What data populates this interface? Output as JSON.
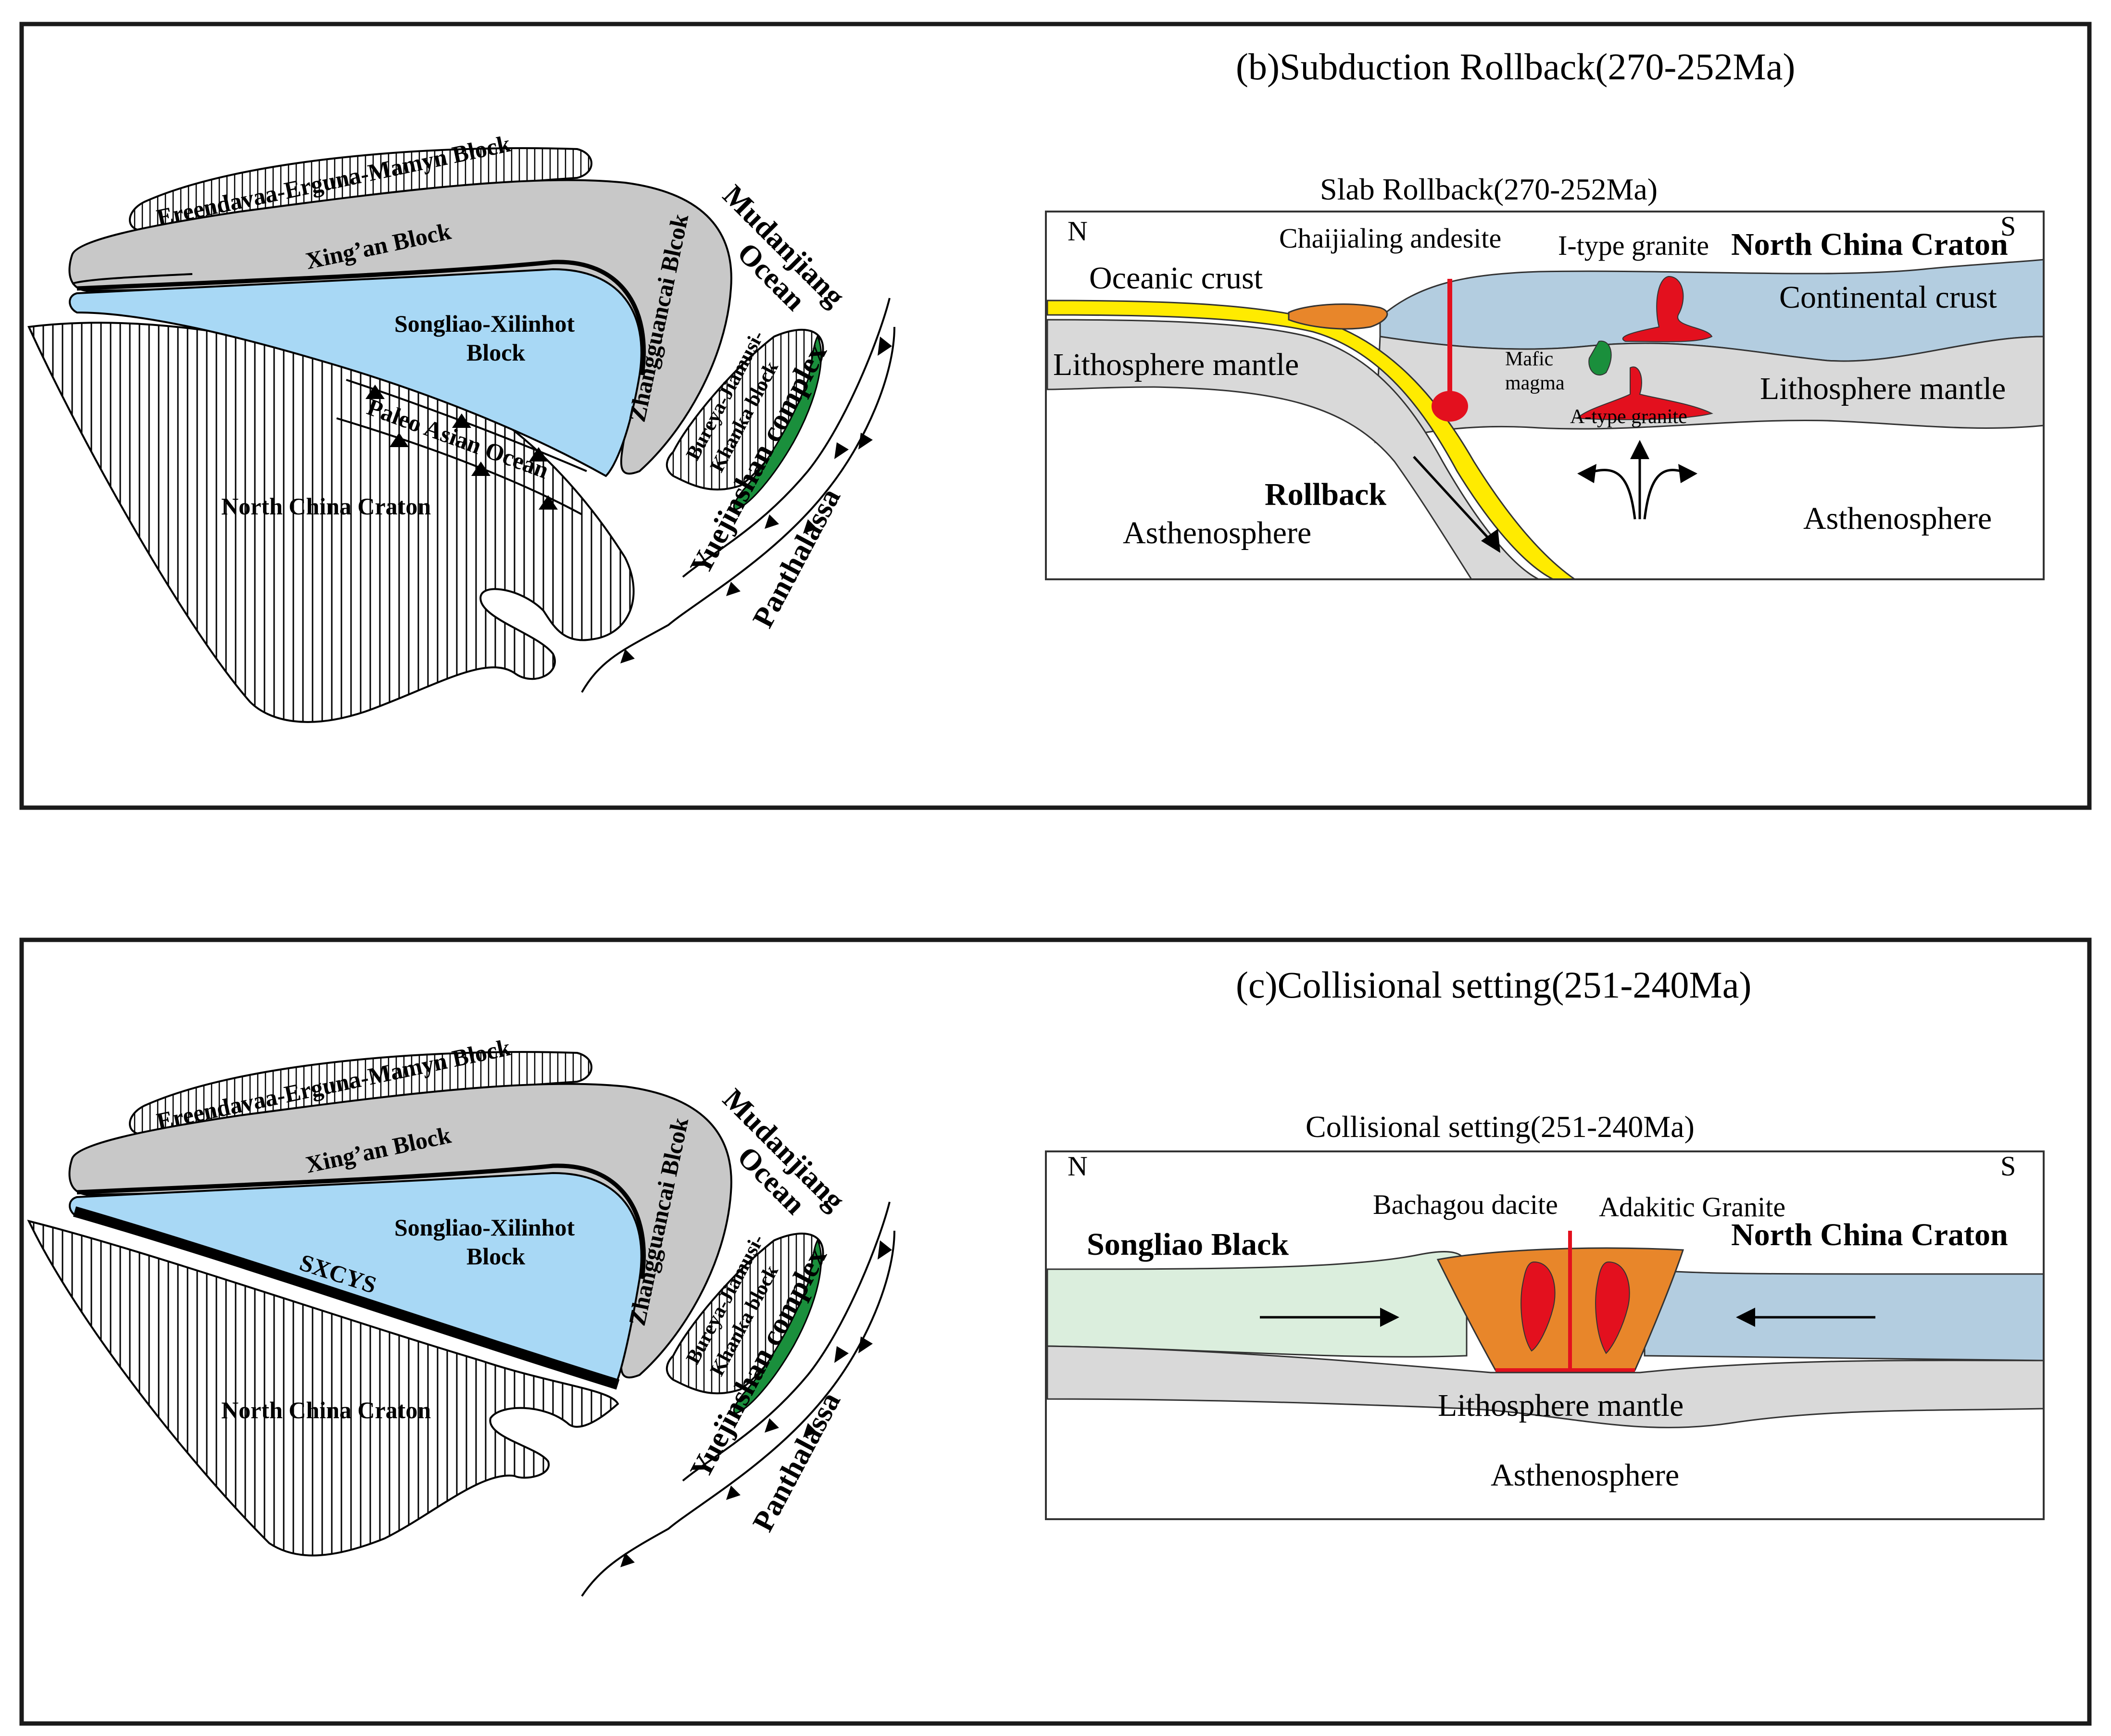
{
  "panel_b": {
    "title": "(b)Subduction Rollback(270-252Ma)",
    "section_title": "Slab Rollback(270-252Ma)",
    "map": {
      "ereendavaa": "Ereendavaa-Erguna-Mamyn Block",
      "xingan": "Xing’an Block",
      "songliao_1": "Songliao-Xilinhot",
      "songliao_2": "Block",
      "zhangguangcai": "Zhangguancai Blcok",
      "paleo_asian": "Paleo Asian Ocean",
      "ncc": "North China Craton",
      "mudanjiang_1": "Mudanjiang",
      "mudanjiang_2": "Ocean",
      "bureya_1": "Bureya-Jiamusi-",
      "bureya_2": "Khanka block",
      "yuejinshan": "Yuejinshan complex",
      "panthalassa": "Panthalassa"
    },
    "section": {
      "n": "N",
      "s": "S",
      "oceanic_crust": "Oceanic crust",
      "chaijialing": "Chaijialing andesite",
      "itype": "I-type granite",
      "ncc": "North China Craton",
      "continental_crust": "Continental crust",
      "litho_left": "Lithosphere mantle",
      "mafic_1": "Mafic",
      "mafic_2": "magma",
      "litho_right": "Lithosphere mantle",
      "atype": "A-type granite",
      "rollback": "Rollback",
      "astheno_left": "Asthenosphere",
      "astheno_right": "Asthenosphere"
    }
  },
  "panel_c": {
    "title": "(c)Collisional setting(251-240Ma)",
    "section_title": "Collisional setting(251-240Ma)",
    "map": {
      "ereendavaa": "Ereendavaa-Erguna-Mamyn Block",
      "xingan": "Xing’an Block",
      "songliao_1": "Songliao-Xilinhot",
      "songliao_2": "Block",
      "zhangguangcai": "Zhangguancai Blcok",
      "sxcys": "SXCYS",
      "ncc": "North China Craton",
      "mudanjiang_1": "Mudanjiang",
      "mudanjiang_2": "Ocean",
      "bureya_1": "Bureya-Jiamusi-",
      "bureya_2": "Khanka block",
      "yuejinshan": "Yuejinshan complex",
      "panthalassa": "Panthalassa"
    },
    "section": {
      "n": "N",
      "s": "S",
      "bachagou": "Bachagou dacite",
      "adakitic": "Adakitic Granite",
      "songliao": "Songliao Black",
      "ncc": "North China Craton",
      "litho": "Lithosphere mantle",
      "astheno": "Asthenosphere"
    }
  },
  "colors": {
    "songliao_blue": "#a8d8f5",
    "gray_block": "#c8c8c8",
    "green_strip": "#1a8f3c",
    "crust_blue": "#b3cde0",
    "mantle_gray": "#d9d9d9",
    "slab_yellow": "#ffeb00",
    "granite_red": "#e3101e",
    "andesite_orange": "#e8862a",
    "songliao_green": "#dbeedd"
  }
}
